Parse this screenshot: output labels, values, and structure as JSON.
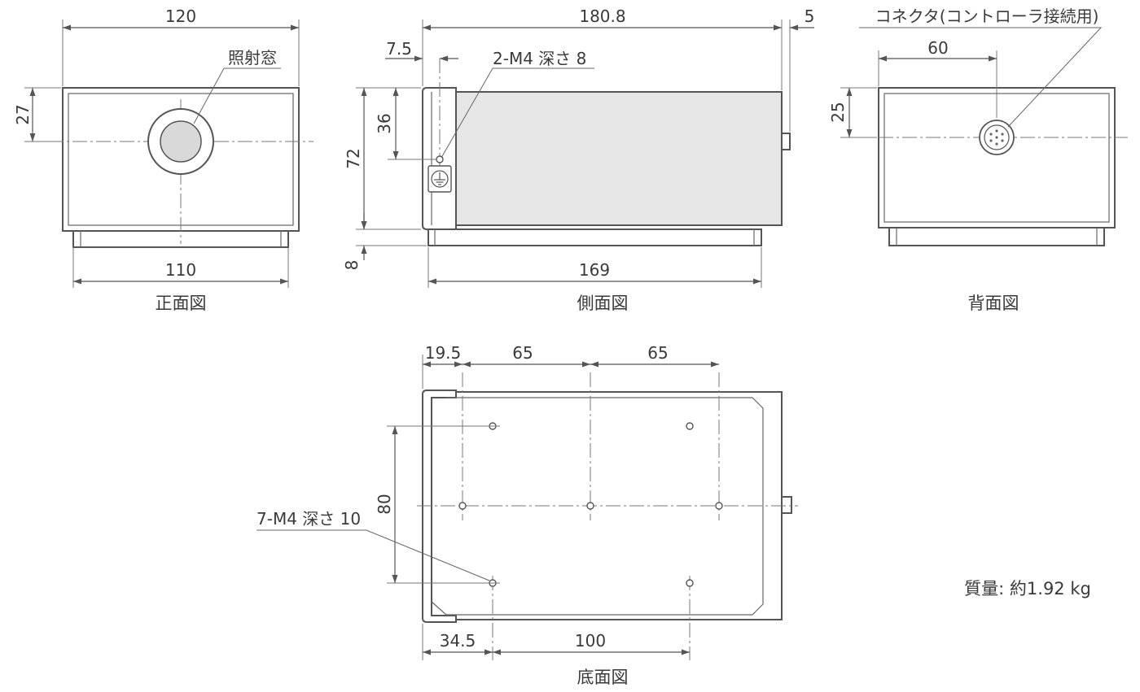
{
  "views": {
    "front": {
      "title": "正面図",
      "width_top": "120",
      "width_bottom": "110",
      "height_center": "27",
      "window_label": "照射窓"
    },
    "side": {
      "title": "側面図",
      "length_total": "180.8",
      "connector_protrusion": "5",
      "front_offset": "7.5",
      "thread_label": "2-M4 深さ 8",
      "height_total": "72",
      "height_thread": "36",
      "foot_height": "8",
      "base_length": "169"
    },
    "back": {
      "title": "背面図",
      "connector_label": "コネクタ(コントローラ接続用)",
      "connector_offset_x": "60",
      "connector_offset_y": "25"
    },
    "bottom": {
      "title": "底面図",
      "offset_first": "19.5",
      "pitch_1": "65",
      "pitch_2": "65",
      "hole_span": "80",
      "thread_label": "7-M4 深さ 10",
      "offset_bottom": "34.5",
      "pitch_bottom": "100"
    }
  },
  "mass_label": "質量: 約1.92 kg"
}
